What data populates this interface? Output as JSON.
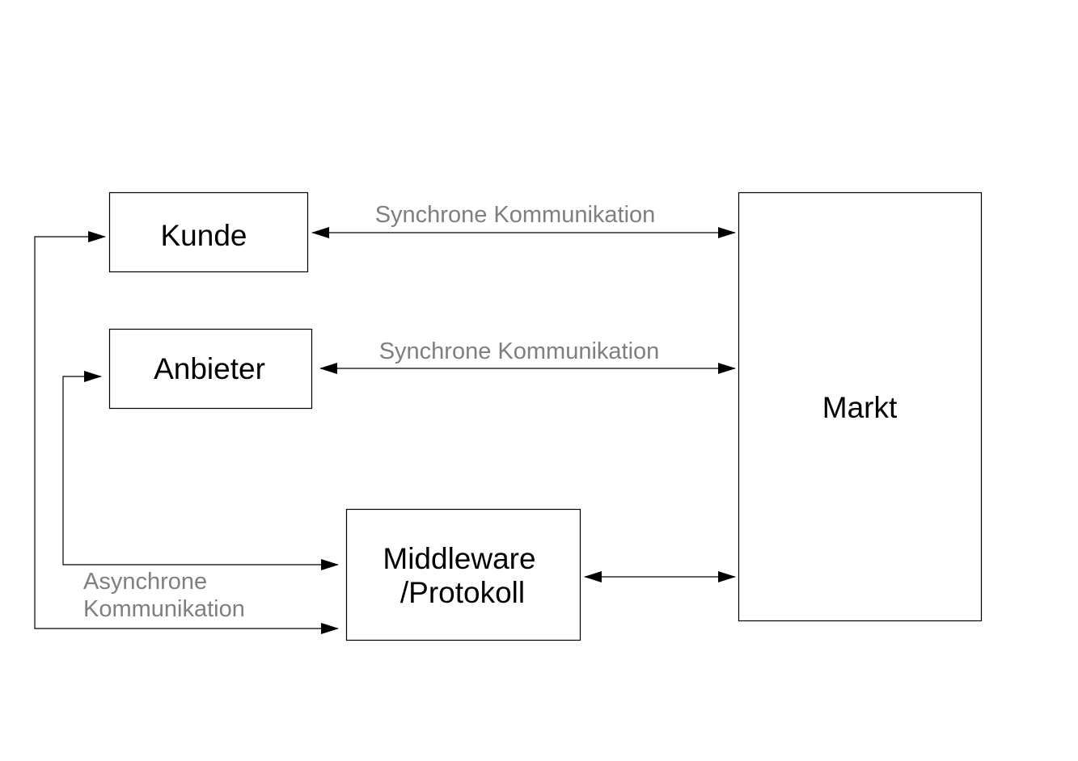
{
  "nodes": {
    "kunde": {
      "label": "Kunde"
    },
    "anbieter": {
      "label": "Anbieter"
    },
    "middleware": {
      "label_line1": "Middleware",
      "label_line2": "/Protokoll"
    },
    "markt": {
      "label": "Markt"
    }
  },
  "edges": {
    "kunde_markt": {
      "label": "Synchrone Kommunikation",
      "direction": "bidirectional"
    },
    "anbieter_markt": {
      "label": "Synchrone Kommunikation",
      "direction": "bidirectional"
    },
    "middleware_markt": {
      "label": "",
      "direction": "bidirectional"
    },
    "async": {
      "label_line1": "Asynchrone",
      "label_line2": "Kommunikation"
    }
  },
  "colors": {
    "stroke": "#000000",
    "edge_label": "#7f7f7f",
    "background": "#ffffff"
  }
}
